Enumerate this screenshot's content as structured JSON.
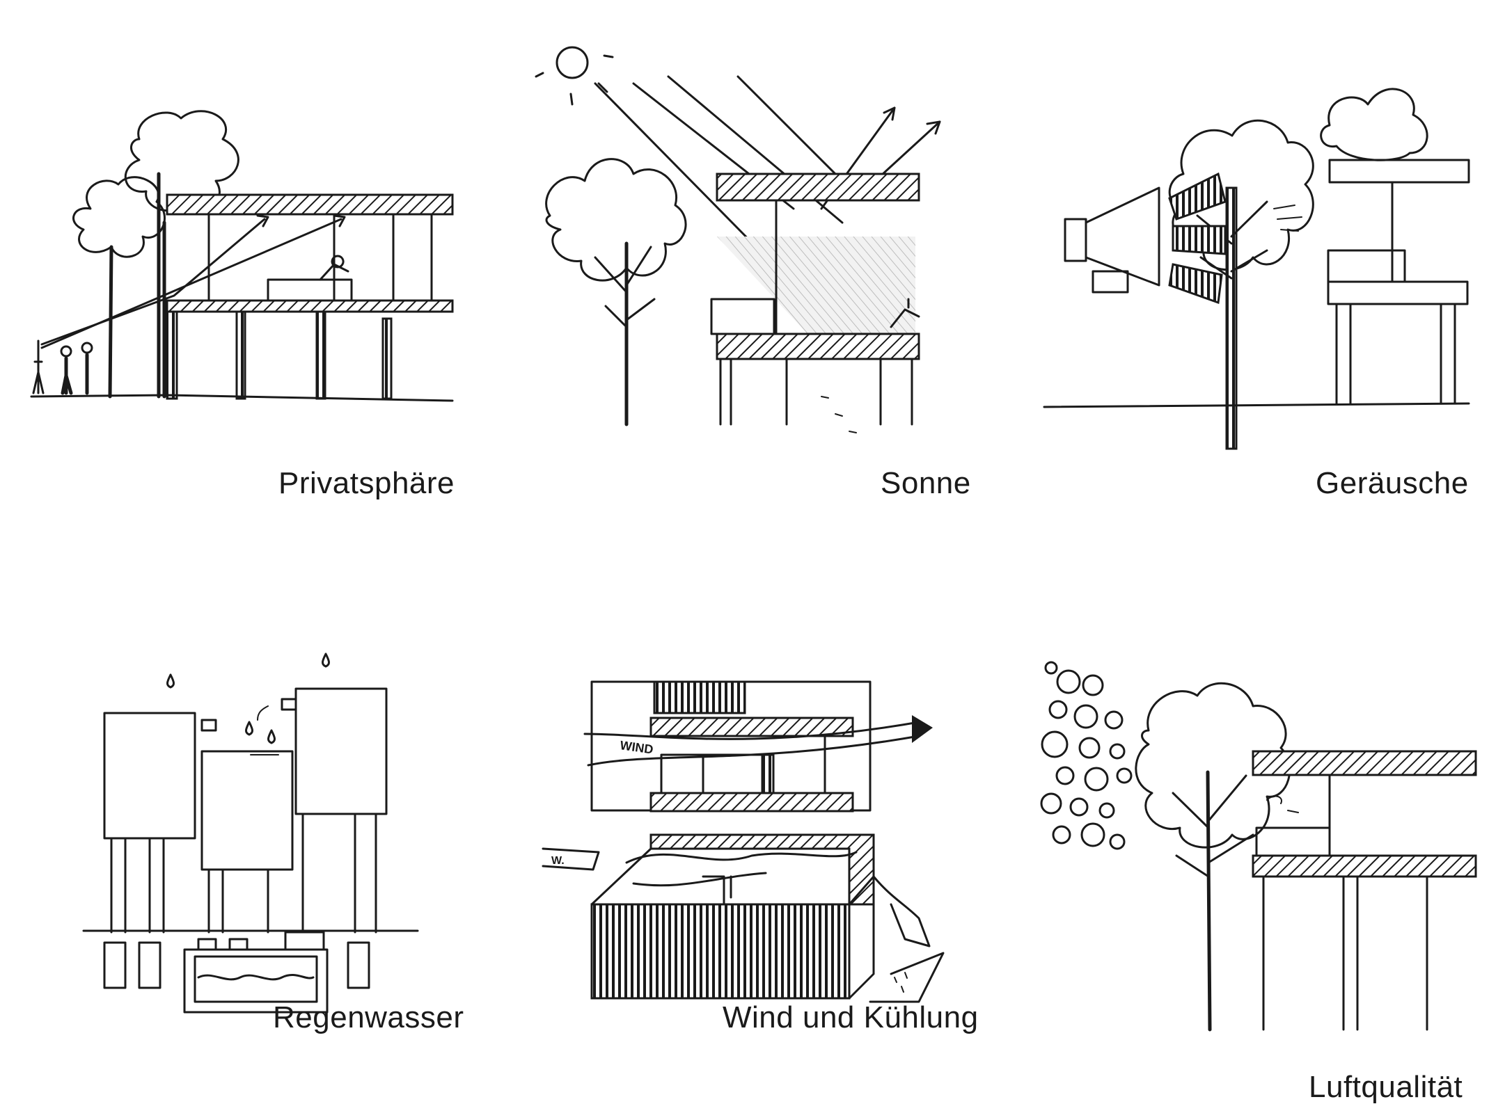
{
  "panels": [
    {
      "id": "privacy",
      "caption": "Privatsphäre"
    },
    {
      "id": "sun",
      "caption": "Sonne"
    },
    {
      "id": "noise",
      "caption": "Geräusche"
    },
    {
      "id": "rain",
      "caption": "Regenwasser"
    },
    {
      "id": "wind",
      "caption": "Wind und Kühlung"
    },
    {
      "id": "air",
      "caption": "Luftqualität"
    }
  ],
  "wind_sketch": {
    "label_wind": "WIND",
    "label_w": "W."
  },
  "colors": {
    "ink": "#1a1a1a",
    "background": "#ffffff"
  }
}
